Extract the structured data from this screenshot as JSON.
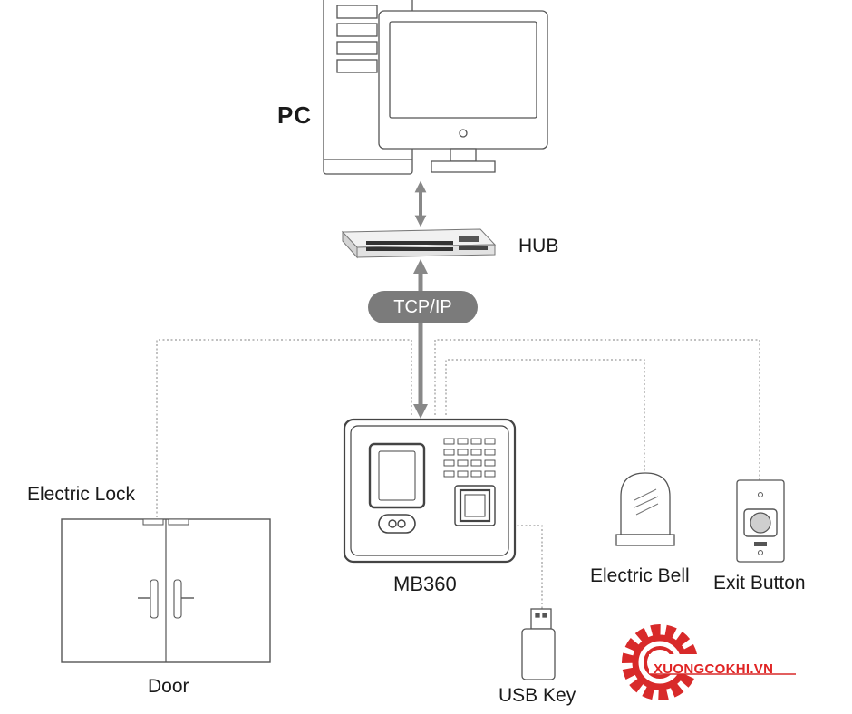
{
  "labels": {
    "pc": "PC",
    "hub": "HUB",
    "protocol": "TCP/IP",
    "electric_lock": "Electric Lock",
    "device": "MB360",
    "electric_bell": "Electric Bell",
    "exit_button": "Exit Button",
    "door": "Door",
    "usb_key": "USB Key"
  },
  "watermark": {
    "text": "XUONGCOKHI.VN",
    "color": "#e02424"
  },
  "colors": {
    "line": "#9a9a9a",
    "link": "#888888",
    "pill": "#7b7b7b",
    "outline": "#444444"
  },
  "icons": [
    "pc-tower-icon",
    "monitor-icon",
    "hub-icon",
    "attendance-device-icon",
    "door-icon",
    "usb-key-icon",
    "electric-bell-icon",
    "exit-button-icon",
    "gear-logo-icon"
  ]
}
